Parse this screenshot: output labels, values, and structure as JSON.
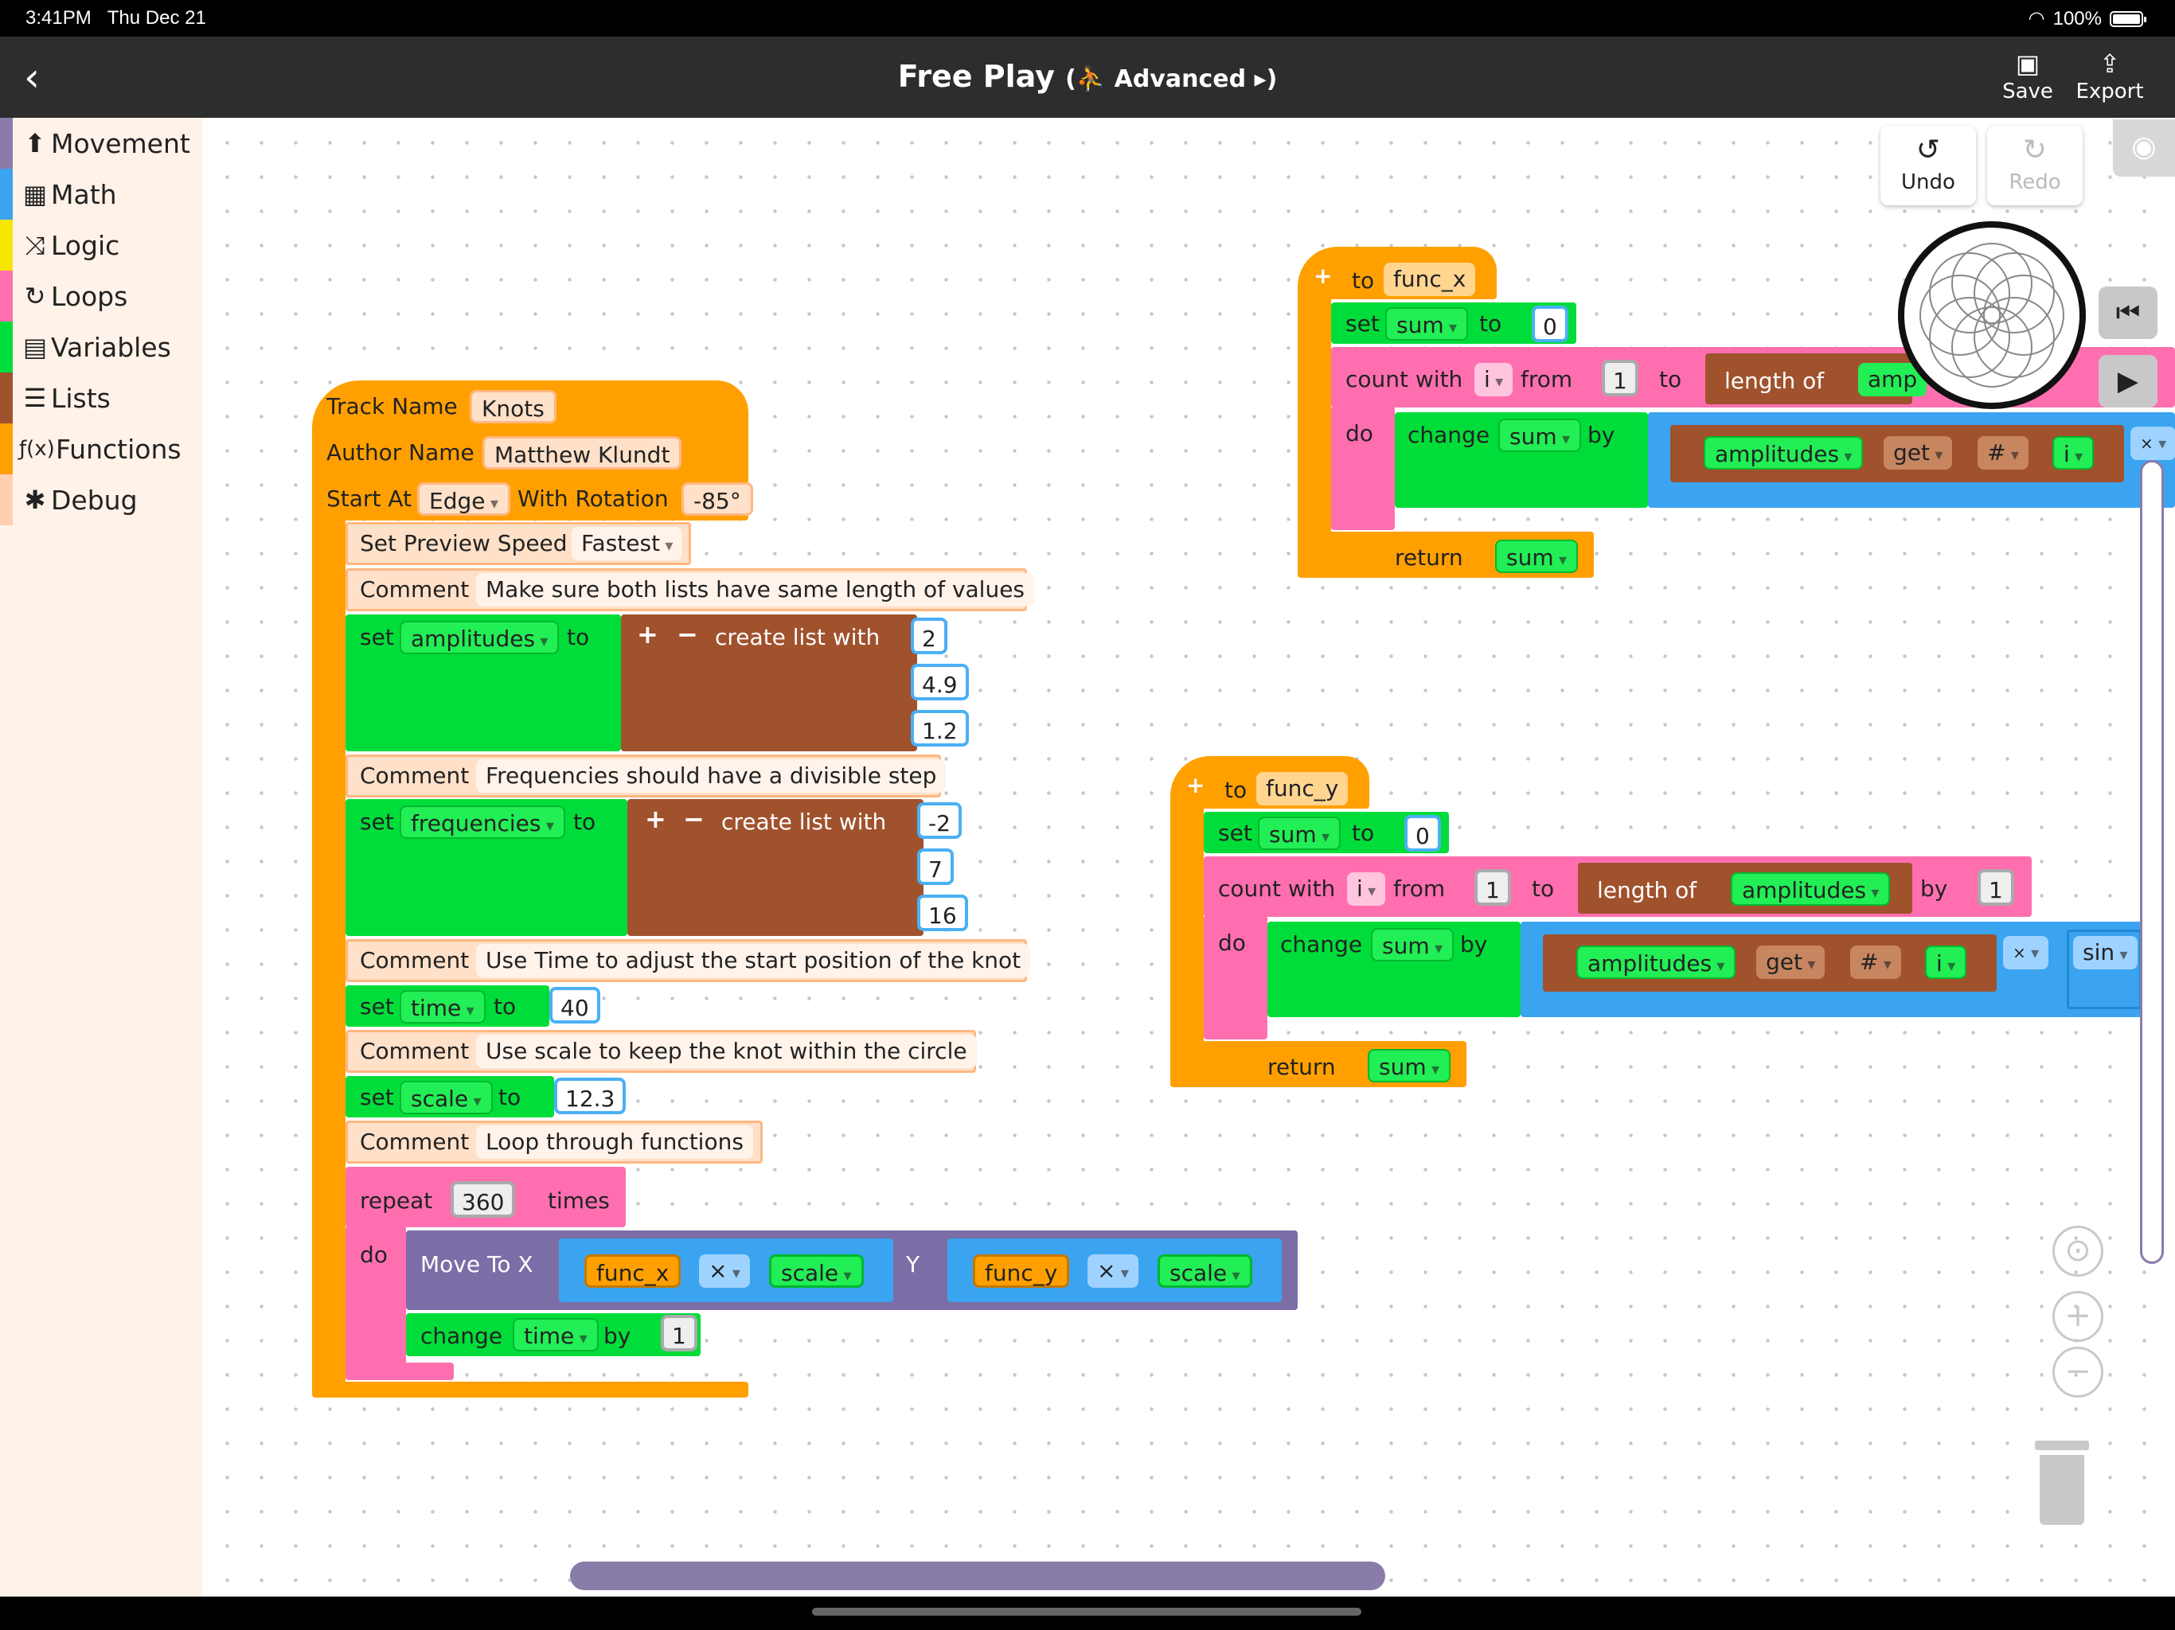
{
  "status": {
    "time": "3:41PM",
    "date": "Thu Dec 21",
    "battery": "100%"
  },
  "header": {
    "title": "Free Play",
    "mode_label": "(⛹ Advanced ▸)",
    "save_label": "Save",
    "export_label": "Export",
    "save_icon": "floppy-icon",
    "export_icon": "share-icon"
  },
  "toolbar": {
    "undo_label": "Undo",
    "redo_label": "Redo"
  },
  "categories": [
    {
      "label": "Movement",
      "icon": "arrow-up-circle-icon",
      "color": "#8a7ca8"
    },
    {
      "label": "Math",
      "icon": "calculator-icon",
      "color": "#3aa4f0"
    },
    {
      "label": "Logic",
      "icon": "shuffle-icon",
      "color": "#f7e600"
    },
    {
      "label": "Loops",
      "icon": "refresh-icon",
      "color": "#ff6fb0"
    },
    {
      "label": "Variables",
      "icon": "archive-icon",
      "color": "#00dd3a"
    },
    {
      "label": "Lists",
      "icon": "list-icon",
      "color": "#a0522d"
    },
    {
      "label": "Functions",
      "icon": "function-icon",
      "color": "#ffa000"
    },
    {
      "label": "Debug",
      "icon": "bug-icon",
      "color": "#ffd0b0"
    }
  ],
  "main": {
    "track_name_label": "Track Name",
    "track_name": "Knots",
    "author_label": "Author Name",
    "author": "Matthew Klundt",
    "start_at_label": "Start At",
    "start_at": "Edge",
    "rotation_label": "With Rotation",
    "rotation": "-85°",
    "preview_speed_label": "Set Preview Speed",
    "preview_speed": "Fastest",
    "comment_label": "Comment",
    "comment1": "Make sure both lists have same length of values",
    "comment2": "Frequencies should have a divisible step",
    "comment3": "Use Time to adjust the start position of the knot",
    "comment4": "Use scale to keep the knot within the circle",
    "comment5": "Loop through functions",
    "set_label": "set",
    "to_label": "to",
    "plus": "+",
    "minus": "−",
    "create_list_label": "create list with",
    "var_amplitudes": "amplitudes",
    "amplitudes_values": [
      "2",
      "4.9",
      "1.2"
    ],
    "var_frequencies": "frequencies",
    "frequencies_values": [
      "-2",
      "7",
      "16"
    ],
    "var_time": "time",
    "time_value": "40",
    "var_scale": "scale",
    "scale_value": "12.3",
    "repeat_label": "repeat",
    "repeat_value": "360",
    "times_label": "times",
    "do_label": "do",
    "move_to_x_label": "Move To X",
    "y_label": "Y",
    "func_x": "func_x",
    "func_y": "func_y",
    "times_op": "×",
    "change_label": "change",
    "by_label": "by",
    "change_by_value": "1"
  },
  "func_x_block": {
    "plus": "+",
    "to_label": "to",
    "name": "func_x",
    "set_label": "set",
    "var": "sum",
    "to2": "to",
    "init": "0",
    "count_with_label": "count with",
    "index": "i",
    "from_label": "from",
    "from_value": "1",
    "to3": "to",
    "length_of_label": "length of",
    "list_partial": "amp",
    "do_label": "do",
    "change_label": "change",
    "by_label": "by",
    "list": "amplitudes",
    "get_label": "get",
    "hash": "#",
    "op": "×",
    "return_label": "return",
    "return_var": "sum"
  },
  "func_y_block": {
    "plus": "+",
    "to_label": "to",
    "name": "func_y",
    "set_label": "set",
    "var": "sum",
    "to2": "to",
    "init": "0",
    "count_with_label": "count with",
    "index": "i",
    "from_label": "from",
    "from_value": "1",
    "to3": "to",
    "length_of_label": "length of",
    "list": "amplitudes",
    "by_label": "by",
    "step": "1",
    "do_label": "do",
    "change_label": "change",
    "get_label": "get",
    "hash": "#",
    "op": "×",
    "fn": "sin",
    "return_label": "return",
    "return_var": "sum"
  }
}
